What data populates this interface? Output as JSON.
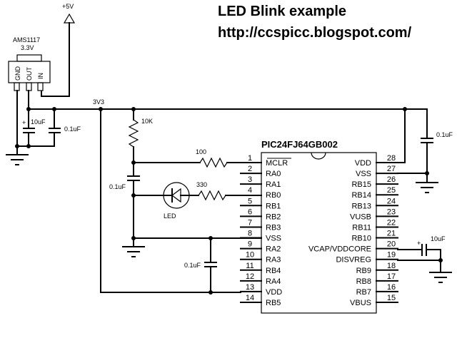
{
  "title": {
    "line1": "LED Blink example",
    "line2": "http://ccspicc.blogspot.com/"
  },
  "power": {
    "supply_label": "+5V",
    "rail_label": "3V3"
  },
  "regulator": {
    "part": "AMS1117",
    "voltage": "3.3V",
    "pins": [
      "GND",
      "OUT",
      "IN"
    ]
  },
  "components": {
    "c_reg_bulk": "10uF",
    "c_reg_bypass": "0.1uF",
    "r_pullup": "10K",
    "c_mclr": "0.1uF",
    "r_mclr": "100",
    "r_led": "330",
    "led": "LED",
    "c_vdd_left": "0.1uF",
    "c_vdd_right": "0.1uF",
    "c_vcap": "10uF"
  },
  "mcu": {
    "part": "PIC24FJ64GB002",
    "left_pins": [
      {
        "num": "1",
        "name": "MCLR"
      },
      {
        "num": "2",
        "name": "RA0"
      },
      {
        "num": "3",
        "name": "RA1"
      },
      {
        "num": "4",
        "name": "RB0"
      },
      {
        "num": "5",
        "name": "RB1"
      },
      {
        "num": "6",
        "name": "RB2"
      },
      {
        "num": "7",
        "name": "RB3"
      },
      {
        "num": "8",
        "name": "VSS"
      },
      {
        "num": "9",
        "name": "RA2"
      },
      {
        "num": "10",
        "name": "RA3"
      },
      {
        "num": "11",
        "name": "RB4"
      },
      {
        "num": "12",
        "name": "RA4"
      },
      {
        "num": "13",
        "name": "VDD"
      },
      {
        "num": "14",
        "name": "RB5"
      }
    ],
    "right_pins": [
      {
        "num": "28",
        "name": "VDD"
      },
      {
        "num": "27",
        "name": "VSS"
      },
      {
        "num": "26",
        "name": "RB15"
      },
      {
        "num": "25",
        "name": "RB14"
      },
      {
        "num": "24",
        "name": "RB13"
      },
      {
        "num": "23",
        "name": "VUSB"
      },
      {
        "num": "22",
        "name": "RB11"
      },
      {
        "num": "21",
        "name": "RB10"
      },
      {
        "num": "20",
        "name": "VCAP/VDDCORE"
      },
      {
        "num": "19",
        "name": "DISVREG"
      },
      {
        "num": "18",
        "name": "RB9"
      },
      {
        "num": "17",
        "name": "RB8"
      },
      {
        "num": "16",
        "name": "RB7"
      },
      {
        "num": "15",
        "name": "VBUS"
      }
    ]
  }
}
